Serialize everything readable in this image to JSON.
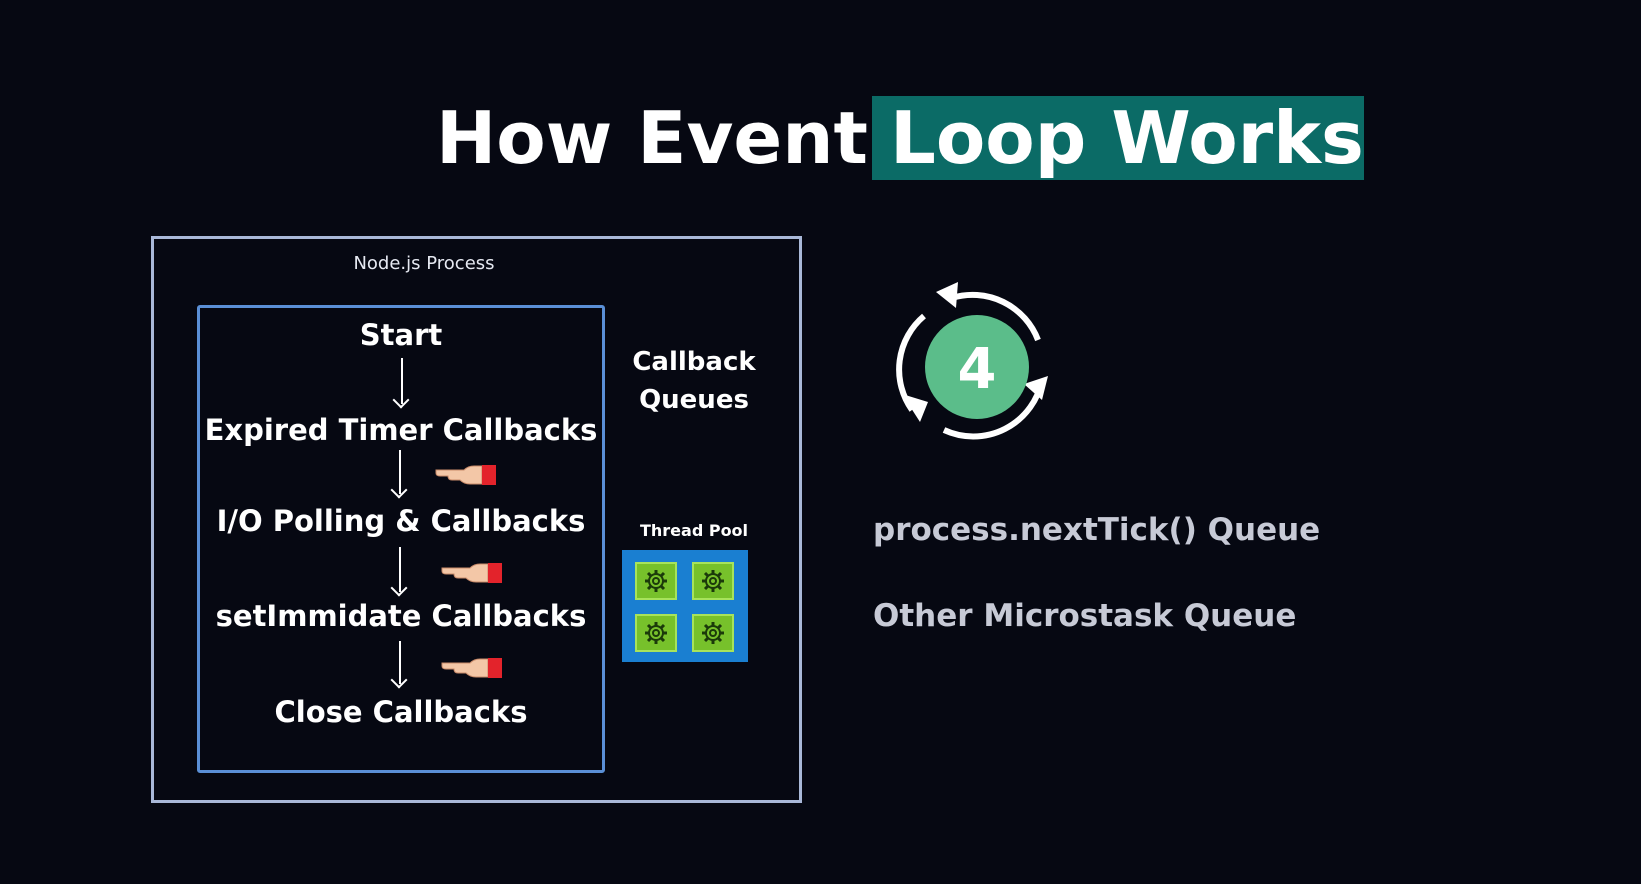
{
  "slide": {
    "title_part1": "How Event",
    "title_part2": "Loop Works",
    "highlight_color": "#0b6b66"
  },
  "process": {
    "label": "Node.js Process",
    "phases": [
      "Start",
      "Expired Timer Callbacks",
      "I/O Polling & Callbacks",
      "setImmidate Callbacks",
      "Close Callbacks"
    ],
    "callback_queues_line1": "Callback",
    "callback_queues_line2": "Queues",
    "thread_pool_label": "Thread Pool"
  },
  "cycle": {
    "number": "4",
    "circle_color": "#5bbd8a"
  },
  "queues": [
    "process.nextTick() Queue",
    "Other Microstask Queue"
  ]
}
